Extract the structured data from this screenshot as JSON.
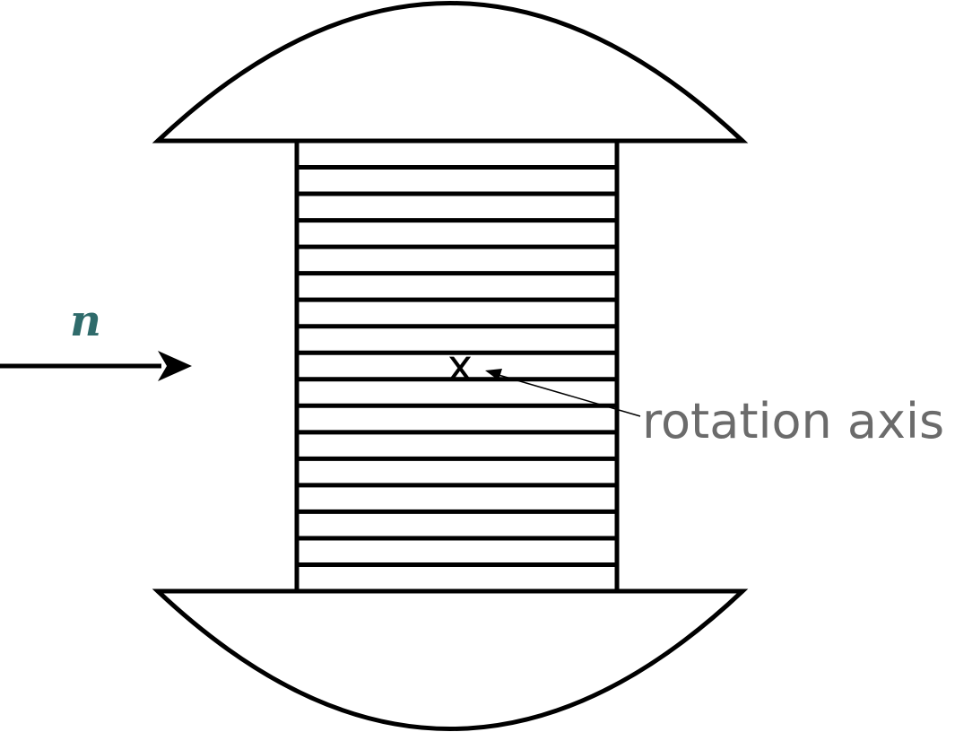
{
  "labels": {
    "flow_direction": "n",
    "axis_marker": "x",
    "rotation_axis": "rotation axis"
  },
  "colors": {
    "flow_label": "#2f6b6b",
    "axis_label": "#6b6b6b",
    "lines": "#000000",
    "background": "#ffffff"
  },
  "stack": {
    "plate_count": 16
  }
}
